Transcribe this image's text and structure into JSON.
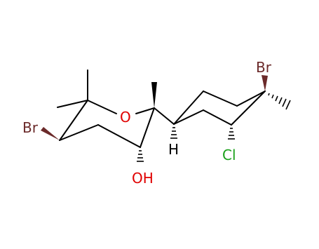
{
  "molecule": {
    "atoms": {
      "br_left": {
        "label": "Br",
        "color": "#6b2a2a"
      },
      "o_ring": {
        "label": "O",
        "color": "#e00000"
      },
      "oh": {
        "label": "OH",
        "color": "#e00000"
      },
      "h": {
        "label": "H",
        "color": "#000000"
      },
      "cl": {
        "label": "Cl",
        "color": "#1aa01a"
      },
      "br_right": {
        "label": "Br",
        "color": "#6b2a2a"
      }
    },
    "bond_color": "#000000",
    "wedge_br_color": "#6b2a2a"
  }
}
